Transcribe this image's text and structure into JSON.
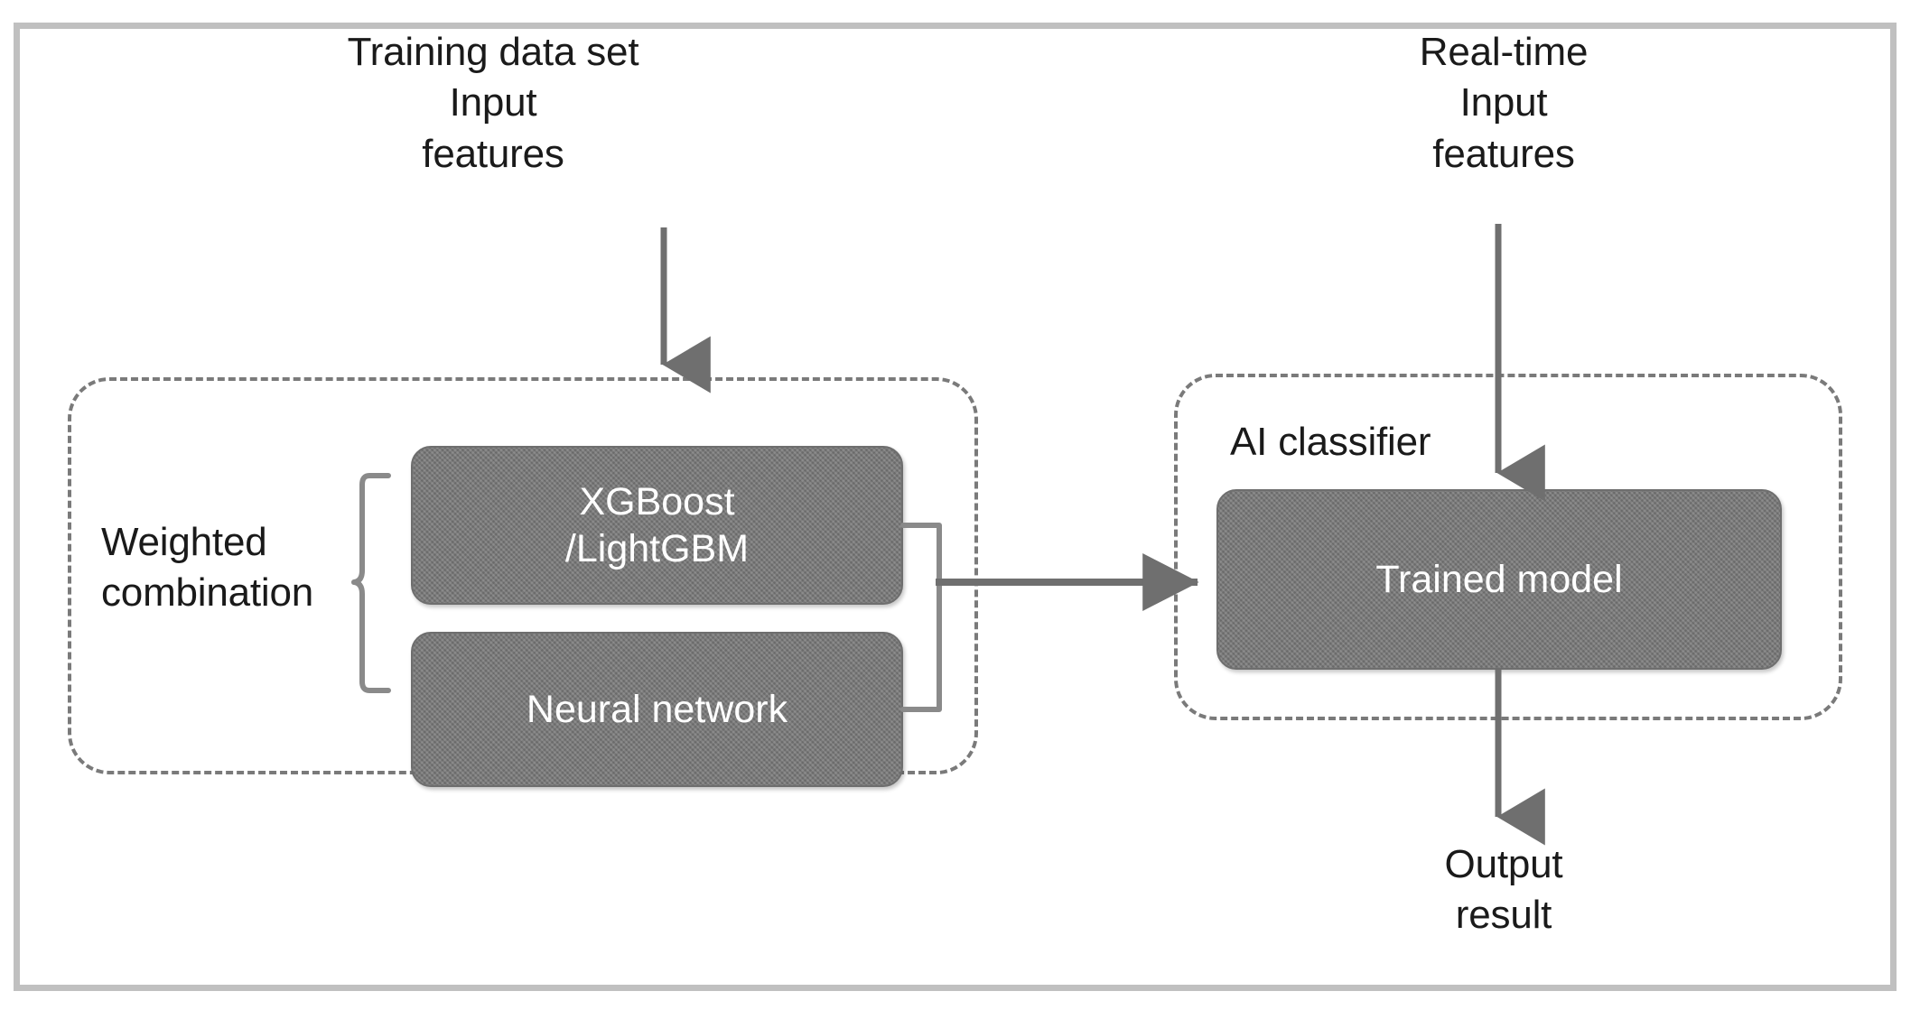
{
  "diagram": {
    "title_none": "",
    "frame": {
      "border_color": "#c0c0c0"
    },
    "palette": {
      "box_fill": "#777777",
      "box_text": "#ffffff",
      "dashed_stroke": "#7a7a7a",
      "arrow_stroke": "#6f6f6f",
      "label_text": "#1a1a1a",
      "frame_border": "#c0c0c0"
    },
    "labels": {
      "training_input": "Training data set\nInput\nfeatures",
      "realtime_input": "Real-time\nInput\nfeatures",
      "weighted_combination": "Weighted\ncombination",
      "ai_classifier": "AI classifier",
      "output_result": "Output\nresult"
    },
    "nodes": [
      {
        "id": "xgboost",
        "label": "XGBoost\n/LightGBM"
      },
      {
        "id": "neural-network",
        "label": "Neural network"
      },
      {
        "id": "trained-model",
        "label": "Trained model"
      }
    ],
    "groups": [
      {
        "id": "training-group",
        "label": ""
      },
      {
        "id": "ai-classifier-group",
        "label": "AI classifier"
      }
    ],
    "connectors": [
      {
        "id": "training-input-arrow",
        "from": "Training data set Input features",
        "to": "training group",
        "kind": "arrow-down"
      },
      {
        "id": "realtime-input-arrow",
        "from": "Real-time Input features",
        "to": "Trained model",
        "kind": "arrow-down"
      },
      {
        "id": "weighted-brace",
        "from": "Weighted combination",
        "to": "XGBoost/LightGBM and Neural network",
        "kind": "curly-brace-right"
      },
      {
        "id": "ensemble-merge-arrow",
        "from": "XGBoost/LightGBM and Neural network",
        "to": "Trained model",
        "kind": "merge-arrow-right"
      },
      {
        "id": "output-arrow",
        "from": "Trained model",
        "to": "Output result",
        "kind": "arrow-down"
      }
    ]
  }
}
